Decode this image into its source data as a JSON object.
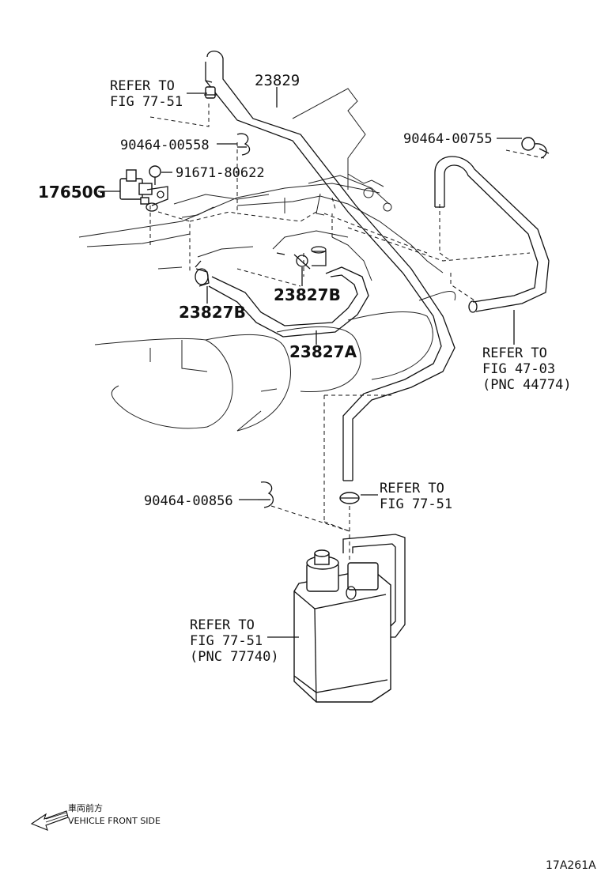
{
  "parts": {
    "hose_upper": "23829",
    "clip_1": "90464-00558",
    "bolt": "91671-80622",
    "vsv": "17650G",
    "clip_right": "90464-00755",
    "hose_b_left": "23827B",
    "hose_b_right": "23827B",
    "hose_a": "23827A",
    "clip_lower": "90464-00856"
  },
  "refs": {
    "top_left": {
      "line1": "REFER TO",
      "line2": "FIG 77-51"
    },
    "right": {
      "line1": "REFER TO",
      "line2": "FIG 47-03",
      "line3": "(PNC 44774)"
    },
    "lower_middle": {
      "line1": "REFER TO",
      "line2": "FIG 77-51"
    },
    "canister": {
      "line1": "REFER TO",
      "line2": "FIG 77-51",
      "line3": "(PNC 77740)"
    }
  },
  "legend": {
    "japanese": "車両前方",
    "english": "VEHICLE FRONT SIDE"
  },
  "figure_id": "17A261A"
}
